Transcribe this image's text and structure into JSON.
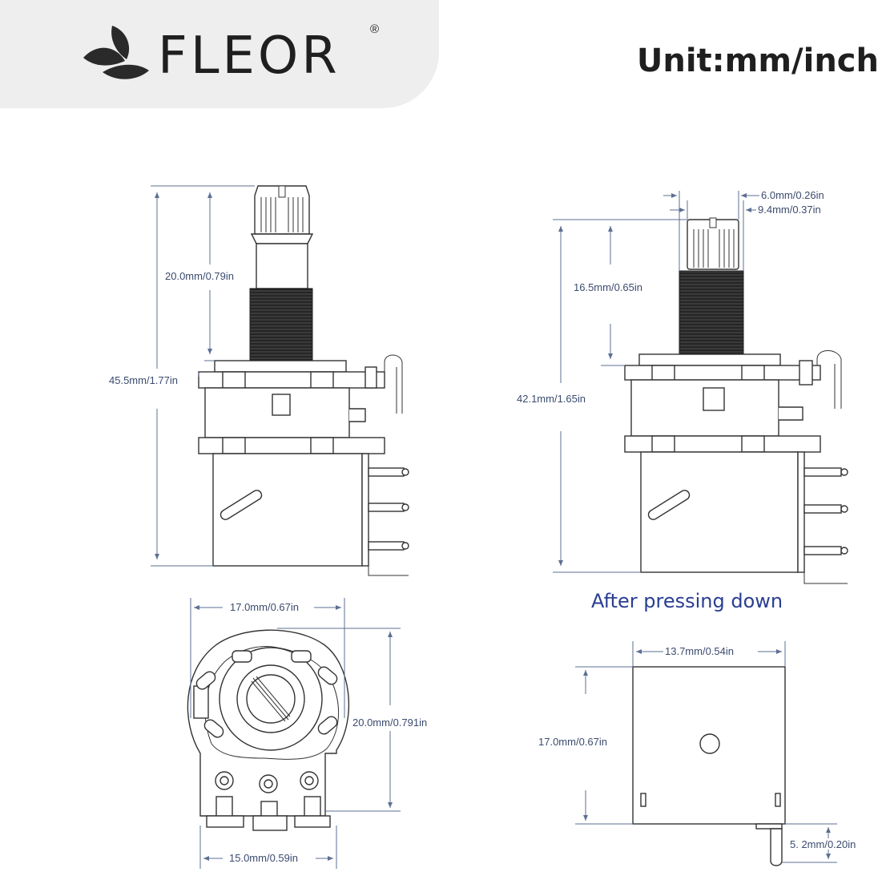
{
  "brand": {
    "name": "FLEOR",
    "registered": "®",
    "logo": "leaf-logo-icon"
  },
  "unit_label": "Unit:mm/inch",
  "caption": "After pressing down",
  "front_view": {
    "total_height": "45.5mm/1.77in",
    "shaft_height": "20.0mm/0.79in"
  },
  "pressed_view": {
    "knurl_diameter": "6.0mm/0.26in",
    "bushing_diameter": "9.4mm/0.37in",
    "shaft_height": "16.5mm/0.65in",
    "total_height": "42.1mm/1.65in"
  },
  "bottom_view": {
    "width": "17.0mm/0.67in",
    "height": "20.0mm/0.791in",
    "lug_span": "15.0mm/0.59in"
  },
  "side_view": {
    "width": "13.7mm/0.54in",
    "height": "17.0mm/0.67in",
    "lug_length": "5. 2mm/0.20in"
  },
  "colors": {
    "dimension": "#3b4b6e",
    "caption": "#2a3e93",
    "brand_bg": "#eeeeee",
    "outline": "#333333"
  }
}
